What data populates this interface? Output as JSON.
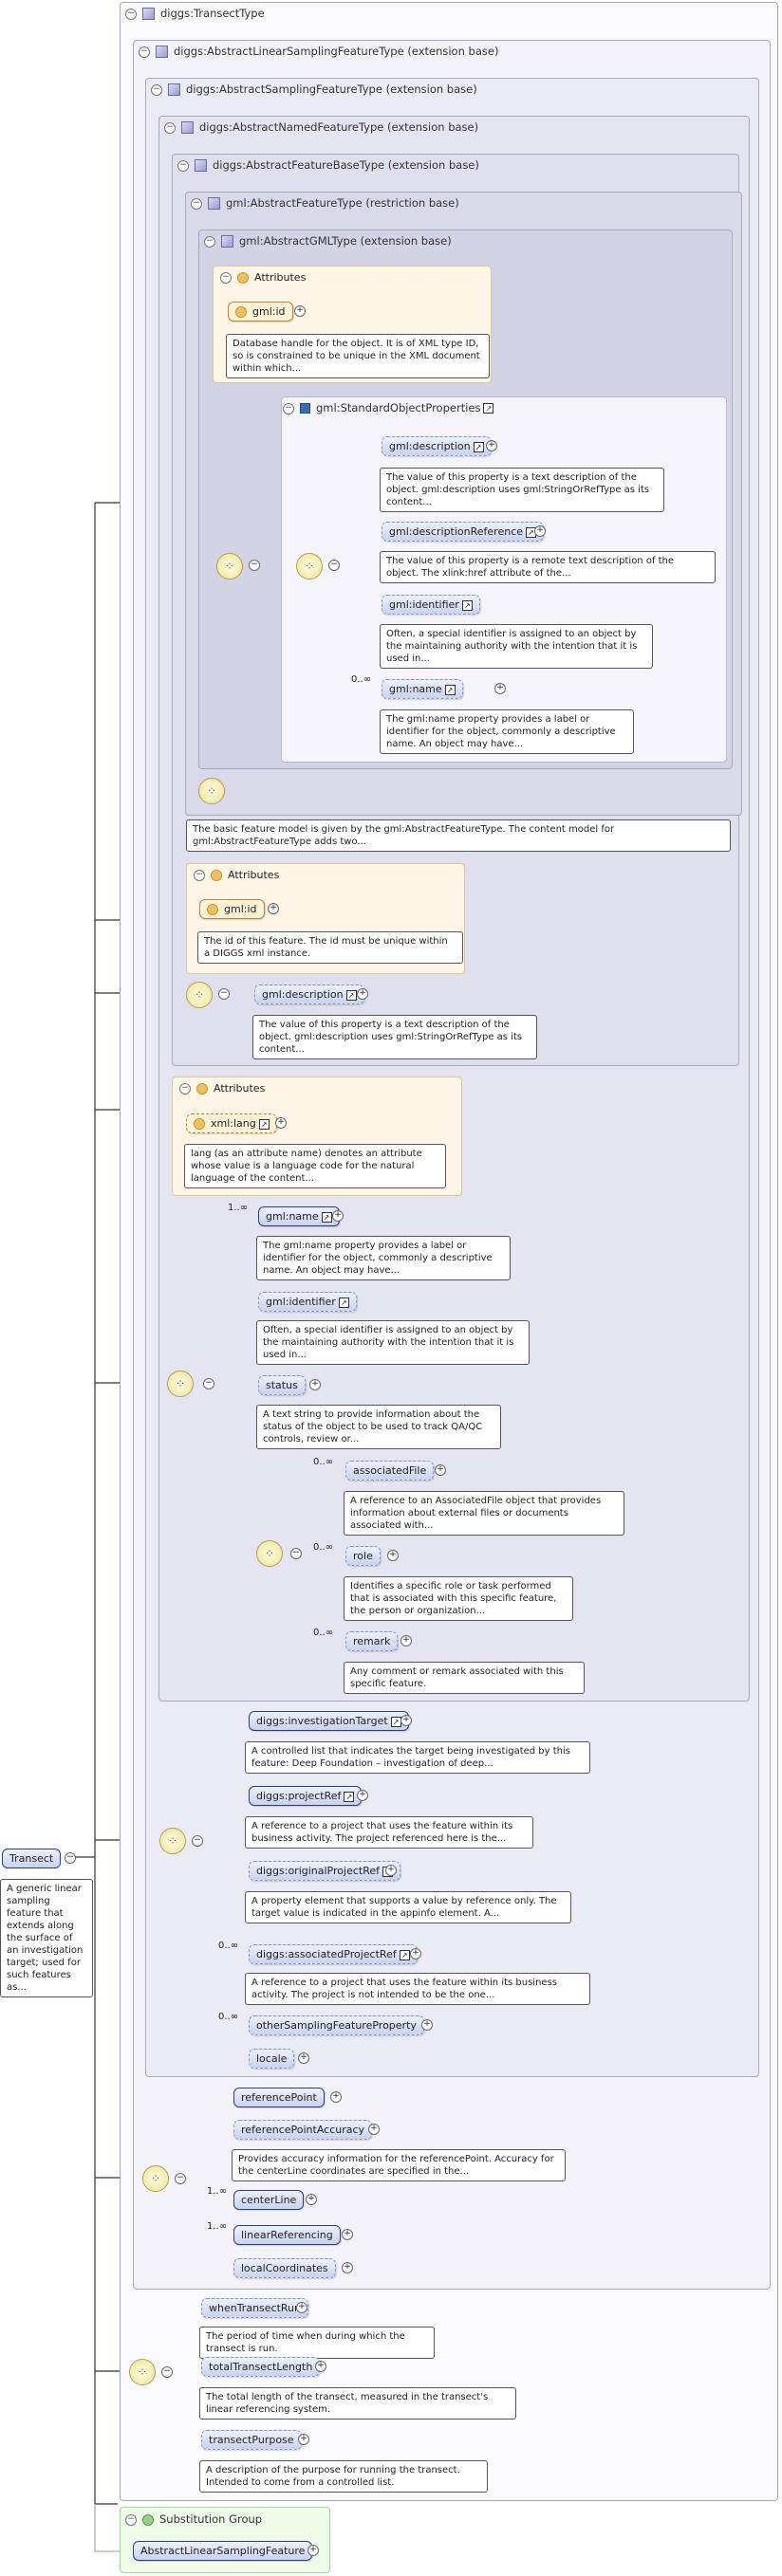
{
  "root": {
    "name": "Transect",
    "doc": "A generic linear sampling feature that extends along the surface of an investigation target; used for such features as..."
  },
  "types": {
    "t1": "diggs:TransectType",
    "t2": "diggs:AbstractLinearSamplingFeatureType (extension base)",
    "t3": "diggs:AbstractSamplingFeatureType (extension base)",
    "t4": "diggs:AbstractNamedFeatureType (extension base)",
    "t5": "diggs:AbstractFeatureBaseType (extension base)",
    "t6": "gml:AbstractFeatureType (restriction base)",
    "t7": "gml:AbstractGMLType (extension base)"
  },
  "attributes_label": "Attributes",
  "gml_id_1": {
    "name": "gml:id",
    "doc": "Database handle for the object. It is of XML type ID, so is constrained to be unique in the XML document within which..."
  },
  "standard_props": "gml:StandardObjectProperties",
  "gml_props": [
    {
      "name": "gml:description",
      "doc": "The value of this property is a text description of the object. gml:description uses gml:StringOrRefType as its content..."
    },
    {
      "name": "gml:descriptionReference",
      "doc": "The value of this property is a remote text description of the object. The xlink:href attribute of the..."
    },
    {
      "name": "gml:identifier",
      "doc": "Often, a special identifier is assigned to an object by the maintaining authority with the intention that it is used in..."
    },
    {
      "name": "gml:name",
      "mult": "0..∞",
      "doc": "The gml:name property provides a label or identifier for the object, commonly a descriptive name. An object may have..."
    }
  ],
  "feature_doc": "The basic feature model is given by the gml:AbstractFeatureType. The content model for gml:AbstractFeatureType adds two...",
  "gml_id_2": {
    "name": "gml:id",
    "doc": "The id of this feature. The id must be unique within a DIGGS xml instance."
  },
  "base_description": {
    "name": "gml:description",
    "doc": "The value of this property is a text description of the object. gml:description uses gml:StringOrRefType as its content..."
  },
  "xml_lang": {
    "name": "xml:lang",
    "doc": "lang (as an attribute name) denotes an attribute whose value is a language code for the natural language of the content..."
  },
  "named": [
    {
      "name": "gml:name",
      "mult": "1..∞",
      "doc": "The gml:name property provides a label or identifier for the object, commonly a descriptive name. An object may have..."
    },
    {
      "name": "gml:identifier",
      "doc": "Often, a special identifier is assigned to an object by the maintaining authority with the intention that it is used in..."
    },
    {
      "name": "status",
      "doc": "A text string to provide information about the status of the object to be used to track QA/QC controls, review or..."
    }
  ],
  "named_sub": [
    {
      "name": "associatedFile",
      "mult": "0..∞",
      "doc": "A reference to an AssociatedFile object that provides information about external files or documents associated with..."
    },
    {
      "name": "role",
      "mult": "0..∞",
      "doc": "Identifies a specific role or task performed that is associated with this specific feature, the person or organization..."
    },
    {
      "name": "remark",
      "mult": "0..∞",
      "doc": "Any comment or remark associated with this specific feature."
    }
  ],
  "sampling": [
    {
      "name": "diggs:investigationTarget",
      "doc": "A controlled list that indicates the target being investigated by this feature: Deep Foundation – investigation of deep..."
    },
    {
      "name": "diggs:projectRef",
      "doc": "A reference to a project that uses the feature within its business activity. The project referenced here is the..."
    },
    {
      "name": "diggs:originalProjectRef",
      "doc": "A property element that supports a value by reference only. The target value is indicated in the appinfo element. A..."
    },
    {
      "name": "diggs:associatedProjectRef",
      "mult": "0..∞",
      "doc": "A reference to a project that uses the feature within its business activity. The project is not intended to be the one..."
    },
    {
      "name": "otherSamplingFeatureProperty",
      "mult": "0..∞"
    },
    {
      "name": "locale"
    }
  ],
  "linear": [
    {
      "name": "referencePoint"
    },
    {
      "name": "referencePointAccuracy",
      "doc": "Provides accuracy information for the referencePoint. Accuracy for the centerLine coordinates are specified in the..."
    },
    {
      "name": "centerLine",
      "mult": "1..∞"
    },
    {
      "name": "linearReferencing",
      "mult": "1..∞"
    },
    {
      "name": "localCoordinates"
    }
  ],
  "transect": [
    {
      "name": "whenTransectRun",
      "doc": "The period of time when during which the transect is run."
    },
    {
      "name": "totalTransectLength",
      "doc": "The total length of the transect, measured in the transect's linear referencing system."
    },
    {
      "name": "transectPurpose",
      "doc": "A description of the purpose for running the transect. Intended to come from a controlled list."
    }
  ],
  "substitution": {
    "label": "Substitution Group",
    "name": "AbstractLinearSamplingFeature"
  }
}
